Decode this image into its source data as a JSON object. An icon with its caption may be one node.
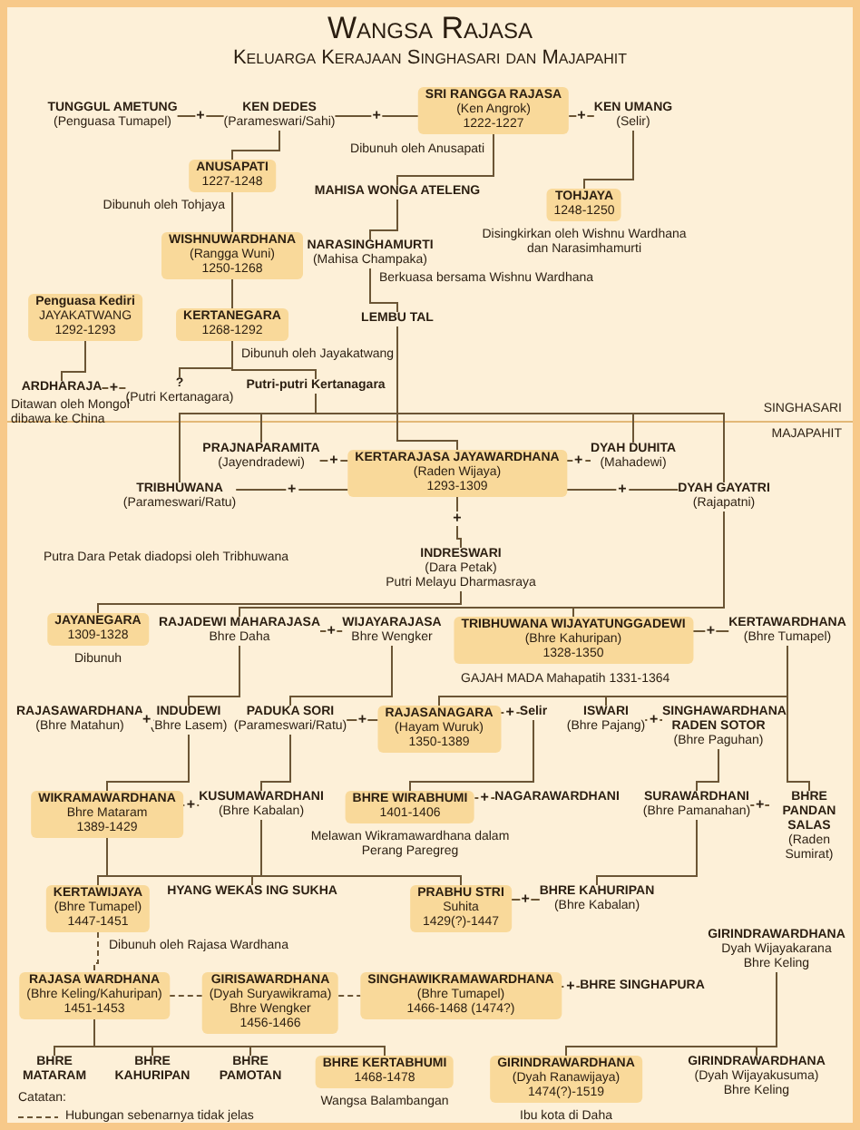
{
  "diagram": {
    "title": "Wangsa Rajasa",
    "nodes": [
      {
        "text": [
          "TUNGGUL AMETUNG",
          "(Penguasa Tumapel)"
        ]
      },
      {
        "text": [
          "KEN DEDES",
          "(Parameswari/Sahi)"
        ]
      },
      {
        "text": [
          "SRI RANGGA RAJASA",
          "(Ken Angrok)",
          "1222-1227"
        ],
        "beside": [
          "Dibunuh oleh Anusapati"
        ]
      },
      {
        "text": [
          "KEN UMANG",
          "(Selir)"
        ]
      },
      {
        "text": [
          "ANUSAPATI",
          "1227-1248"
        ],
        "beside": [
          "Dibunuh oleh Tohjaya"
        ]
      },
      {
        "text": [
          "MAHISA WONGA ATELENG"
        ]
      },
      {
        "text": [
          "TOHJAYA",
          "1248-1250"
        ],
        "beside": [
          "Disingkirkan oleh Wishnu Wardhana dan Narasimhamurti"
        ]
      },
      {
        "text": [
          "WISHNUWARDHANA",
          "(Rangga Wuni)",
          "1250-1268"
        ]
      },
      {
        "text": [
          "NARASINGHAMURTI",
          "(Mahisa Champaka)"
        ],
        "beside": [
          "Berkuasa bersama Wishnu Wardhana"
        ]
      },
      {
        "text": [
          "KERTANEGARA",
          "1268-1292"
        ],
        "beside": [
          "Dibunuh oleh Jayakatwang"
        ]
      },
      {
        "text": [
          "LEMBU TAL"
        ]
      },
      {
        "text": [
          "Penguasa Kediri",
          "JAYAKATWANG",
          "1292-1293"
        ]
      },
      {
        "text": [
          "ARDHARAJA"
        ],
        "beside": [
          "Ditawan oleh Mongol dibawa ke China"
        ]
      },
      {
        "text": [
          "?",
          "(Putri Kertanagara)"
        ]
      },
      {
        "text": [
          "Putri-putri Kertanagara"
        ]
      },
      {
        "text": [
          "PRAJNAPARAMITA",
          "(Jayendradewi)"
        ]
      },
      {
        "text": [
          "KERTARAJASA JAYAWARDHANA",
          "(Raden Wijaya)",
          "1293-1309"
        ]
      },
      {
        "text": [
          "DYAH DUHITA",
          "(Mahadewi)"
        ]
      },
      {
        "text": [
          "TRIBHUWANA",
          "(Parameswari/Ratu)"
        ]
      },
      {
        "text": [
          "DYAH GAYATRI",
          "(Rajapatni)"
        ]
      },
      {
        "text": [
          "INDRESWARI",
          "(Dara Petak)",
          "Putri Melayu Dharmasraya"
        ]
      },
      {
        "text": [
          "JAYANEGARA",
          "1309-1328"
        ],
        "beside": [
          "Dibunuh"
        ]
      },
      {
        "text": [
          "RAJADEWI MAHARAJASA",
          "Bhre Daha"
        ]
      },
      {
        "text": [
          "WIJAYARAJASA",
          "Bhre Wengker"
        ]
      },
      {
        "text": [
          "TRIBHUWANA WIJAYATUNGGADEWI",
          "(Bhre Kahuripan)",
          "1328-1350"
        ]
      },
      {
        "text": [
          "KERTAWARDHANA",
          "(Bhre Tumapel)"
        ]
      },
      {
        "text": [
          "RAJASAWARDHANA",
          "(Bhre Matahun)"
        ]
      },
      {
        "text": [
          "INDUDEWI",
          "(Bhre Lasem)"
        ]
      },
      {
        "text": [
          "PADUKA SORI",
          "(Parameswari/Ratu)"
        ]
      },
      {
        "text": [
          "RAJASANAGARA",
          "(Hayam Wuruk)",
          "1350-1389"
        ]
      },
      {
        "text": [
          "Selir"
        ]
      },
      {
        "text": [
          "ISWARI",
          "(Bhre Pajang)"
        ]
      },
      {
        "text": [
          "SINGHAWARDHANA RADEN SOTOR",
          "(Bhre Paguhan)"
        ]
      },
      {
        "text": [
          "WIKRAMAWARDHANA",
          "Bhre Mataram",
          "1389-1429"
        ]
      },
      {
        "text": [
          "KUSUMAWARDHANI",
          "(Bhre Kabalan)"
        ]
      },
      {
        "text": [
          "BHRE WIRABHUMI",
          "1401-1406"
        ],
        "beside": [
          "Melawan Wikramawardhana dalam Perang Paregreg"
        ]
      },
      {
        "text": [
          "NAGARAWARDHANI"
        ]
      },
      {
        "text": [
          "SURAWARDHANI",
          "(Bhre Pamanahan)"
        ]
      },
      {
        "text": [
          "BHRE PANDAN SALAS",
          "(Raden Sumirat)"
        ]
      },
      {
        "text": [
          "KERTAWIJAYA",
          "(Bhre Tumapel)",
          "1447-1451"
        ],
        "beside": [
          "Dibunuh oleh Rajasa Wardhana"
        ]
      },
      {
        "text": [
          "HYANG WEKAS ING SUKHA"
        ]
      },
      {
        "text": [
          "PRABHU STRI",
          "Suhita",
          "1429(?)-1447"
        ]
      },
      {
        "text": [
          "BHRE KAHURIPAN",
          "(Bhre Kabalan)"
        ]
      },
      {
        "text": [
          "RAJASA WARDHANA",
          "(Bhre Keling/Kahuripan)",
          "1451-1453"
        ]
      },
      {
        "text": [
          "GIRISAWARDHANA",
          "(Dyah Suryawikrama)",
          "Bhre Wengker",
          "1456-1466"
        ]
      },
      {
        "text": [
          "SINGHAWIKRAMAWARDHANA",
          "(Bhre Tumapel)",
          "1466-1468 (1474?)"
        ]
      },
      {
        "text": [
          "BHRE SINGHAPURA"
        ]
      },
      {
        "text": [
          "GIRINDRAWARDHANA",
          "Dyah Wijayakarana",
          "Bhre Keling"
        ]
      },
      {
        "text": [
          "BHRE MATARAM"
        ]
      },
      {
        "text": [
          "BHRE KAHURIPAN"
        ]
      },
      {
        "text": [
          "BHRE PAMOTAN"
        ]
      },
      {
        "text": [
          "BHRE KERTABHUMI",
          "1468-1478"
        ],
        "beside": [
          "Wangsa Balambangan"
        ]
      },
      {
        "text": [
          "GIRINDRAWARDHANA",
          "(Dyah Ranawijaya)",
          "1474(?)-1519"
        ],
        "beside": [
          "Ibu kota di Daha"
        ]
      },
      {
        "text": [
          "GIRINDRAWARDHANA",
          "(Dyah Wijayakusuma)",
          "Bhre Keling"
        ]
      }
    ],
    "edges": [
      {
        "from": 0,
        "to": 1,
        "arrow": "none",
        "label": "+"
      },
      {
        "from": 1,
        "to": 2,
        "arrow": "none",
        "label": "+"
      },
      {
        "from": 2,
        "to": 3,
        "arrow": "none",
        "label": "+"
      },
      {
        "from": 1,
        "to": 4,
        "arrow": "none"
      },
      {
        "from": 2,
        "to": 5,
        "arrow": "none"
      },
      {
        "from": 3,
        "to": 6,
        "arrow": "none"
      },
      {
        "from": 4,
        "to": 7,
        "arrow": "none"
      },
      {
        "from": 5,
        "to": 8,
        "arrow": "none"
      },
      {
        "from": 7,
        "to": 9,
        "arrow": "none"
      },
      {
        "from": 8,
        "to": 10,
        "arrow": "none"
      },
      {
        "from": 11,
        "to": 12,
        "arrow": "none"
      },
      {
        "from": 12,
        "to": 13,
        "arrow": "none",
        "label": "+"
      },
      {
        "from": 9,
        "to": 13,
        "arrow": "none"
      },
      {
        "from": 9,
        "to": 14,
        "arrow": "none"
      },
      {
        "from": 14,
        "to": 15,
        "arrow": "none"
      },
      {
        "from": 14,
        "to": 17,
        "arrow": "none"
      },
      {
        "from": 14,
        "to": 18,
        "arrow": "none"
      },
      {
        "from": 14,
        "to": 19,
        "arrow": "none"
      },
      {
        "from": 10,
        "to": 16,
        "arrow": "none"
      },
      {
        "from": 15,
        "to": 16,
        "arrow": "none",
        "label": "+"
      },
      {
        "from": 16,
        "to": 17,
        "arrow": "none",
        "label": "+"
      },
      {
        "from": 18,
        "to": 16,
        "arrow": "none",
        "label": "+"
      },
      {
        "from": 16,
        "to": 19,
        "arrow": "none",
        "label": "+"
      },
      {
        "from": 16,
        "to": 20,
        "arrow": "none",
        "label": "+"
      },
      {
        "from": 20,
        "to": 21,
        "arrow": "none"
      },
      {
        "from": 19,
        "to": 22,
        "arrow": "none"
      },
      {
        "from": 19,
        "to": 24,
        "arrow": "none"
      },
      {
        "from": 22,
        "to": 23,
        "arrow": "none",
        "label": "+"
      },
      {
        "from": 24,
        "to": 25,
        "arrow": "none",
        "label": "+"
      },
      {
        "from": 22,
        "to": 27,
        "arrow": "none"
      },
      {
        "from": 23,
        "to": 28,
        "arrow": "none"
      },
      {
        "from": 25,
        "to": 29,
        "arrow": "none"
      },
      {
        "from": 25,
        "to": 31,
        "arrow": "none"
      },
      {
        "from": 25,
        "to": 38,
        "arrow": "none"
      },
      {
        "from": 26,
        "to": 27,
        "arrow": "none",
        "label": "+"
      },
      {
        "from": 28,
        "to": 29,
        "arrow": "none",
        "label": "+"
      },
      {
        "from": 29,
        "to": 30,
        "arrow": "none",
        "label": "+"
      },
      {
        "from": 31,
        "to": 32,
        "arrow": "none",
        "label": "+"
      },
      {
        "from": 27,
        "to": 33,
        "arrow": "none"
      },
      {
        "from": 28,
        "to": 34,
        "arrow": "none"
      },
      {
        "from": 30,
        "to": 35,
        "arrow": "none"
      },
      {
        "from": 32,
        "to": 37,
        "arrow": "none"
      },
      {
        "from": 33,
        "to": 34,
        "arrow": "none",
        "label": "+"
      },
      {
        "from": 35,
        "to": 36,
        "arrow": "none",
        "label": "+"
      },
      {
        "from": 37,
        "to": 38,
        "arrow": "none",
        "label": "+"
      },
      {
        "from": 33,
        "to": 39,
        "arrow": "none"
      },
      {
        "from": 34,
        "to": 40,
        "arrow": "none"
      },
      {
        "from": 33,
        "to": 41,
        "arrow": "none"
      },
      {
        "from": 41,
        "to": 42,
        "arrow": "none",
        "label": "+"
      },
      {
        "from": 37,
        "to": 42,
        "arrow": "none"
      },
      {
        "from": 39,
        "to": 43,
        "arrow": "none",
        "style": "dashed"
      },
      {
        "from": 43,
        "to": 44,
        "arrow": "none",
        "style": "dashed"
      },
      {
        "from": 44,
        "to": 45,
        "arrow": "none",
        "style": "dashed"
      },
      {
        "from": 45,
        "to": 46,
        "arrow": "none",
        "label": "+"
      },
      {
        "from": 43,
        "to": 48,
        "arrow": "none"
      },
      {
        "from": 43,
        "to": 49,
        "arrow": "none"
      },
      {
        "from": 43,
        "to": 50,
        "arrow": "none"
      },
      {
        "from": 43,
        "to": 51,
        "arrow": "none"
      },
      {
        "from": 47,
        "to": 52,
        "arrow": "none"
      },
      {
        "from": 47,
        "to": 53,
        "arrow": "none"
      }
    ],
    "labels": [
      "Keluarga Kerajaan Singhasari dan Majapahit",
      "SINGHASARI",
      "MAJAPAHIT",
      "Putra Dara Petak diadopsi oleh Tribhuwana",
      "GAJAH MADA Mahapatih 1331-1364",
      "Catatan:"
    ],
    "legend": [
      {
        "text": "Hubungan sebenarnya tidak jelas"
      }
    ]
  }
}
